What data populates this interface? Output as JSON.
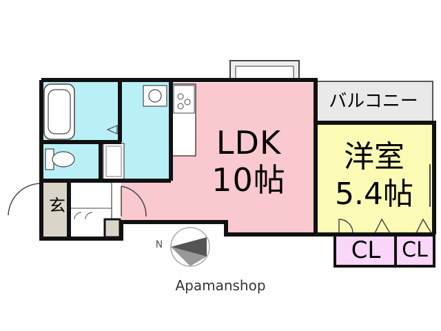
{
  "floorplan": {
    "rooms": {
      "ldk_line1": "LDK",
      "ldk_line2": "10帖",
      "western_line1": "洋室",
      "western_line2": "5.4帖",
      "balcony": "バルコニー",
      "entrance": "玄",
      "closet_1": "CL",
      "closet_2": "CL"
    },
    "compass_label": "N",
    "brand": "Apamanshop",
    "colors": {
      "ldk": "#f9c9cf",
      "western": "#fbfbb6",
      "wet_area": "#b9f0f7",
      "closet": "#fbd6fb",
      "entrance": "#d9d6c9",
      "wall": "#111111",
      "balcony": "#ececec"
    }
  }
}
